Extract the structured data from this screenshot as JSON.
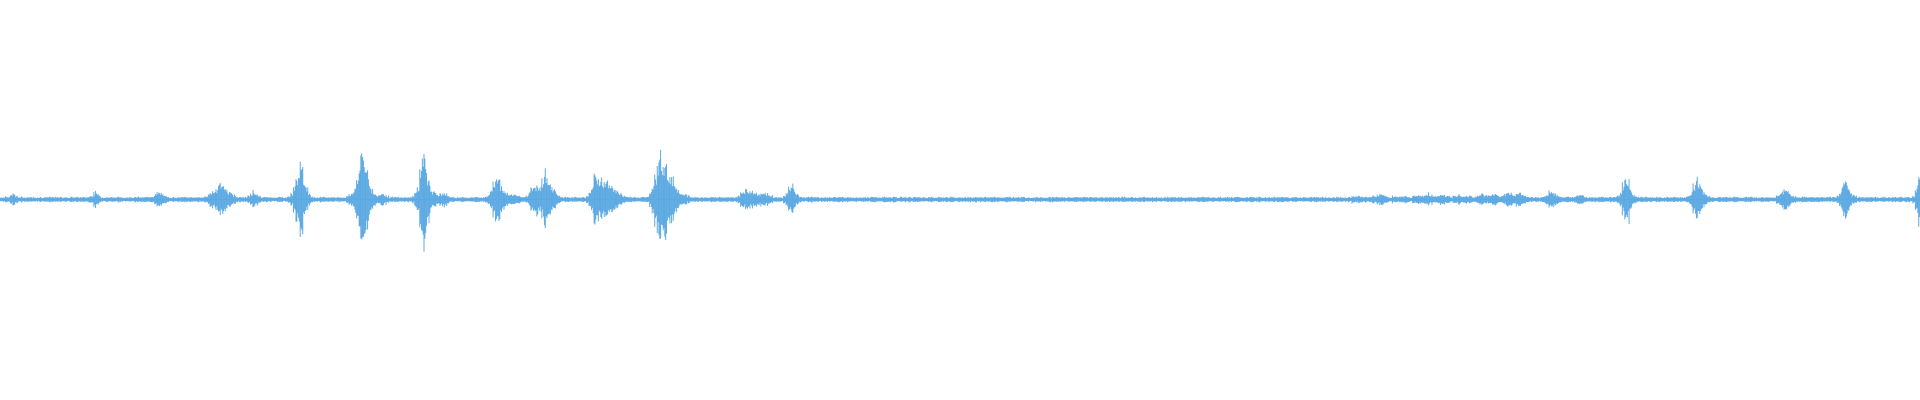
{
  "waveform": {
    "color": "#5ca9e3",
    "background": "#ffffff",
    "peaks": [
      0.02,
      0.02,
      0.03,
      0.02,
      0.04,
      0.05,
      0.03,
      0.02,
      0.02,
      0.02,
      0.02,
      0.02,
      0.02,
      0.02,
      0.02,
      0.02,
      0.02,
      0.02,
      0.02,
      0.02,
      0.02,
      0.02,
      0.02,
      0.02,
      0.02,
      0.02,
      0.02,
      0.02,
      0.02,
      0.02,
      0.02,
      0.02,
      0.02,
      0.02,
      0.02,
      0.03,
      0.04,
      0.06,
      0.05,
      0.03,
      0.02,
      0.02,
      0.02,
      0.02,
      0.02,
      0.02,
      0.02,
      0.02,
      0.02,
      0.02,
      0.02,
      0.02,
      0.02,
      0.02,
      0.02,
      0.02,
      0.02,
      0.02,
      0.02,
      0.03,
      0.03,
      0.04,
      0.06,
      0.05,
      0.04,
      0.03,
      0.02,
      0.02,
      0.02,
      0.02,
      0.02,
      0.02,
      0.02,
      0.02,
      0.02,
      0.02,
      0.02,
      0.02,
      0.02,
      0.02,
      0.02,
      0.03,
      0.04,
      0.05,
      0.07,
      0.09,
      0.12,
      0.14,
      0.11,
      0.09,
      0.07,
      0.05,
      0.04,
      0.03,
      0.02,
      0.02,
      0.02,
      0.02,
      0.03,
      0.05,
      0.07,
      0.05,
      0.03,
      0.02,
      0.02,
      0.02,
      0.02,
      0.02,
      0.02,
      0.02,
      0.02,
      0.02,
      0.02,
      0.02,
      0.03,
      0.05,
      0.1,
      0.18,
      0.28,
      0.24,
      0.17,
      0.1,
      0.05,
      0.03,
      0.02,
      0.02,
      0.02,
      0.02,
      0.02,
      0.02,
      0.02,
      0.02,
      0.02,
      0.02,
      0.02,
      0.02,
      0.02,
      0.03,
      0.04,
      0.06,
      0.1,
      0.18,
      0.3,
      0.4,
      0.34,
      0.24,
      0.14,
      0.08,
      0.05,
      0.03,
      0.04,
      0.06,
      0.04,
      0.03,
      0.02,
      0.02,
      0.02,
      0.02,
      0.02,
      0.02,
      0.02,
      0.02,
      0.02,
      0.03,
      0.06,
      0.12,
      0.24,
      0.38,
      0.3,
      0.18,
      0.1,
      0.07,
      0.05,
      0.04,
      0.05,
      0.06,
      0.05,
      0.03,
      0.02,
      0.02,
      0.02,
      0.02,
      0.02,
      0.02,
      0.02,
      0.02,
      0.02,
      0.02,
      0.02,
      0.02,
      0.02,
      0.02,
      0.03,
      0.05,
      0.09,
      0.15,
      0.22,
      0.18,
      0.12,
      0.08,
      0.05,
      0.04,
      0.04,
      0.05,
      0.04,
      0.03,
      0.02,
      0.02,
      0.03,
      0.05,
      0.09,
      0.14,
      0.12,
      0.1,
      0.15,
      0.22,
      0.18,
      0.12,
      0.1,
      0.08,
      0.05,
      0.03,
      0.02,
      0.02,
      0.02,
      0.02,
      0.02,
      0.02,
      0.02,
      0.02,
      0.02,
      0.02,
      0.03,
      0.06,
      0.12,
      0.2,
      0.18,
      0.16,
      0.18,
      0.15,
      0.13,
      0.12,
      0.1,
      0.09,
      0.07,
      0.05,
      0.04,
      0.03,
      0.02,
      0.02,
      0.02,
      0.02,
      0.02,
      0.02,
      0.02,
      0.02,
      0.03,
      0.06,
      0.12,
      0.2,
      0.3,
      0.38,
      0.34,
      0.28,
      0.24,
      0.2,
      0.16,
      0.12,
      0.09,
      0.06,
      0.05,
      0.04,
      0.03,
      0.02,
      0.02,
      0.02,
      0.02,
      0.02,
      0.02,
      0.02,
      0.02,
      0.02,
      0.02,
      0.02,
      0.02,
      0.02,
      0.02,
      0.02,
      0.02,
      0.02,
      0.02,
      0.02,
      0.03,
      0.05,
      0.07,
      0.09,
      0.08,
      0.07,
      0.06,
      0.05,
      0.04,
      0.05,
      0.06,
      0.05,
      0.04,
      0.03,
      0.02,
      0.02,
      0.02,
      0.02,
      0.03,
      0.06,
      0.1,
      0.12,
      0.08,
      0.05,
      0.03,
      0.02,
      0.02,
      0.02,
      0.02,
      0.02,
      0.02,
      0.02,
      0.02,
      0.02,
      0.02,
      0.02,
      0.02,
      0.02,
      0.02,
      0.02,
      0.02,
      0.02,
      0.02,
      0.02,
      0.02,
      0.02,
      0.02,
      0.02,
      0.02,
      0.02,
      0.02,
      0.02,
      0.02,
      0.02,
      0.02,
      0.02,
      0.02,
      0.02,
      0.02,
      0.02,
      0.02,
      0.02,
      0.02,
      0.02,
      0.02,
      0.02,
      0.02,
      0.02,
      0.02,
      0.02,
      0.02,
      0.02,
      0.02,
      0.02,
      0.02,
      0.02,
      0.02,
      0.02,
      0.02,
      0.02,
      0.02,
      0.02,
      0.02,
      0.02,
      0.02,
      0.02,
      0.02,
      0.02,
      0.02,
      0.02,
      0.02,
      0.02,
      0.02,
      0.02,
      0.02,
      0.02,
      0.02,
      0.02,
      0.02,
      0.02,
      0.02,
      0.02,
      0.02,
      0.02,
      0.02,
      0.02,
      0.02,
      0.02,
      0.02,
      0.02,
      0.02,
      0.02,
      0.02,
      0.02,
      0.02,
      0.02,
      0.02,
      0.02,
      0.02,
      0.02,
      0.02,
      0.02,
      0.02,
      0.02,
      0.02,
      0.02,
      0.02,
      0.02,
      0.02,
      0.02,
      0.02,
      0.02,
      0.02,
      0.02,
      0.02,
      0.02,
      0.02,
      0.02,
      0.02,
      0.02,
      0.02,
      0.02,
      0.02,
      0.02,
      0.02,
      0.02,
      0.02,
      0.02,
      0.02,
      0.02,
      0.02,
      0.02,
      0.02,
      0.02,
      0.02,
      0.02,
      0.02,
      0.02,
      0.02,
      0.02,
      0.02,
      0.02,
      0.02,
      0.02,
      0.02,
      0.02,
      0.02,
      0.02,
      0.02,
      0.02,
      0.02,
      0.02,
      0.02,
      0.02,
      0.02,
      0.02,
      0.02,
      0.02,
      0.02,
      0.02,
      0.02,
      0.02,
      0.02,
      0.02,
      0.02,
      0.02,
      0.02,
      0.02,
      0.02,
      0.02,
      0.02,
      0.02,
      0.02,
      0.02,
      0.02,
      0.02,
      0.02,
      0.02,
      0.02,
      0.02,
      0.02,
      0.02,
      0.02,
      0.02,
      0.02,
      0.02,
      0.02,
      0.02,
      0.02,
      0.02,
      0.02,
      0.02,
      0.02,
      0.02,
      0.02,
      0.02,
      0.02,
      0.02,
      0.02,
      0.02,
      0.02,
      0.02,
      0.02,
      0.02,
      0.02,
      0.02,
      0.02,
      0.02,
      0.02,
      0.02,
      0.02,
      0.02,
      0.02,
      0.02,
      0.02,
      0.02,
      0.02,
      0.02,
      0.02,
      0.02,
      0.02,
      0.02,
      0.02,
      0.03,
      0.02,
      0.03,
      0.03,
      0.02,
      0.03,
      0.02,
      0.02,
      0.03,
      0.03,
      0.04,
      0.05,
      0.04,
      0.03,
      0.02,
      0.02,
      0.03,
      0.03,
      0.02,
      0.03,
      0.03,
      0.03,
      0.03,
      0.02,
      0.03,
      0.03,
      0.04,
      0.03,
      0.03,
      0.04,
      0.05,
      0.04,
      0.03,
      0.03,
      0.03,
      0.04,
      0.04,
      0.03,
      0.03,
      0.02,
      0.03,
      0.03,
      0.04,
      0.03,
      0.03,
      0.03,
      0.03,
      0.03,
      0.02,
      0.03,
      0.04,
      0.05,
      0.04,
      0.03,
      0.03,
      0.04,
      0.05,
      0.04,
      0.03,
      0.03,
      0.04,
      0.05,
      0.06,
      0.05,
      0.04,
      0.05,
      0.06,
      0.05,
      0.04,
      0.03,
      0.02,
      0.02,
      0.02,
      0.02,
      0.02,
      0.02,
      0.03,
      0.05,
      0.07,
      0.06,
      0.05,
      0.04,
      0.03,
      0.02,
      0.02,
      0.02,
      0.02,
      0.02,
      0.03,
      0.04,
      0.05,
      0.04,
      0.03,
      0.02,
      0.02,
      0.02,
      0.02,
      0.02,
      0.02,
      0.02,
      0.02,
      0.02,
      0.02,
      0.02,
      0.02,
      0.03,
      0.06,
      0.12,
      0.22,
      0.18,
      0.1,
      0.05,
      0.03,
      0.02,
      0.02,
      0.02,
      0.02,
      0.02,
      0.02,
      0.02,
      0.02,
      0.02,
      0.02,
      0.02,
      0.02,
      0.02,
      0.02,
      0.02,
      0.02,
      0.02,
      0.02,
      0.02,
      0.02,
      0.03,
      0.06,
      0.12,
      0.2,
      0.16,
      0.1,
      0.06,
      0.04,
      0.03,
      0.02,
      0.02,
      0.02,
      0.02,
      0.02,
      0.02,
      0.02,
      0.02,
      0.02,
      0.02,
      0.02,
      0.02,
      0.02,
      0.02,
      0.02,
      0.02,
      0.02,
      0.02,
      0.02,
      0.02,
      0.02,
      0.02,
      0.02,
      0.02,
      0.02,
      0.02,
      0.03,
      0.04,
      0.06,
      0.09,
      0.07,
      0.05,
      0.04,
      0.03,
      0.02,
      0.02,
      0.02,
      0.02,
      0.02,
      0.02,
      0.02,
      0.02,
      0.02,
      0.02,
      0.02,
      0.02,
      0.02,
      0.02,
      0.02,
      0.02,
      0.03,
      0.06,
      0.12,
      0.16,
      0.12,
      0.07,
      0.04,
      0.03,
      0.02,
      0.02,
      0.02,
      0.02,
      0.02,
      0.02,
      0.02,
      0.02,
      0.02,
      0.02,
      0.02,
      0.02,
      0.02,
      0.02,
      0.02,
      0.02,
      0.02,
      0.02,
      0.02,
      0.02,
      0.02,
      0.02,
      0.03,
      0.08,
      0.2
    ]
  }
}
